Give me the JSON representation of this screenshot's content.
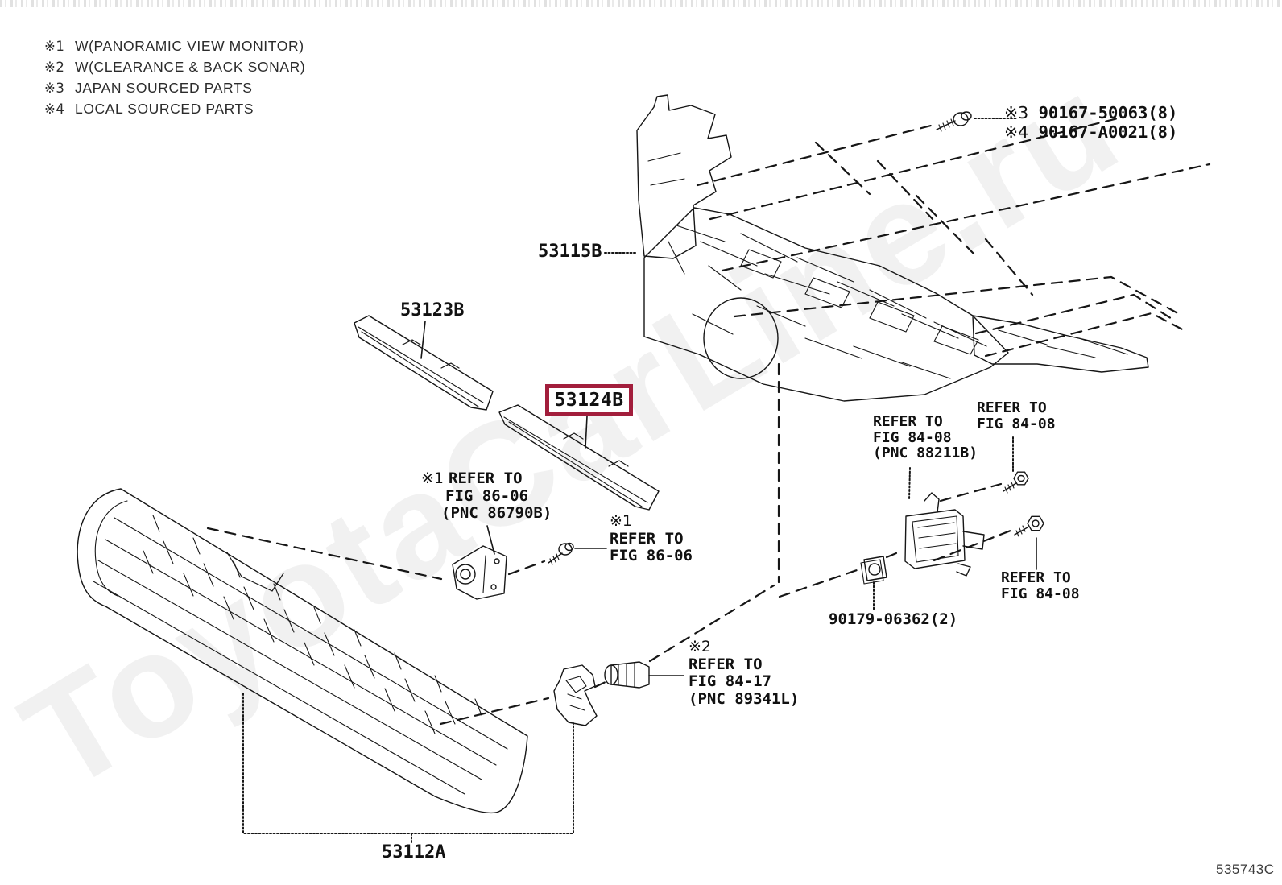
{
  "legend": {
    "items": [
      {
        "mark": "※1",
        "text": "W(PANORAMIC VIEW MONITOR)"
      },
      {
        "mark": "※2",
        "text": "W(CLEARANCE & BACK SONAR)"
      },
      {
        "mark": "※3",
        "text": "JAPAN SOURCED PARTS"
      },
      {
        "mark": "※4",
        "text": "LOCAL SOURCED PARTS"
      }
    ]
  },
  "parts": {
    "cover": {
      "number": "53115B"
    },
    "molding_upper": {
      "number": "53123B"
    },
    "molding_lower": {
      "number": "53124B",
      "highlighted": true,
      "highlight_color": "#A21E3C"
    },
    "grille": {
      "number": "53112A"
    },
    "screw_japan": {
      "mark": "※3",
      "number": "90167-50063(8)"
    },
    "screw_local": {
      "mark": "※4",
      "number": "90167-A0021(8)"
    },
    "grommet": {
      "number": "90179-06362(2)"
    }
  },
  "references": {
    "camera": {
      "mark": "※1",
      "line1": "REFER TO",
      "line2": "FIG 86-06",
      "line3": "(PNC 86790B)"
    },
    "camera_screw": {
      "mark": "※1",
      "line1": "REFER TO",
      "line2": "FIG 86-06"
    },
    "radar": {
      "line1": "REFER TO",
      "line2": "FIG 84-08",
      "line3": "(PNC 88211B)"
    },
    "radar_bolt_upper": {
      "line1": "REFER TO",
      "line2": "FIG 84-08"
    },
    "radar_bolt_lower": {
      "line1": "REFER TO",
      "line2": "FIG 84-08"
    },
    "sonar": {
      "mark": "※2",
      "line1": "REFER TO",
      "line2": "FIG 84-17",
      "line3": "(PNC 89341L)"
    }
  },
  "watermark": {
    "text": "ToyotaCarLine.ru"
  },
  "footer": {
    "diagram_code": "535743C"
  }
}
